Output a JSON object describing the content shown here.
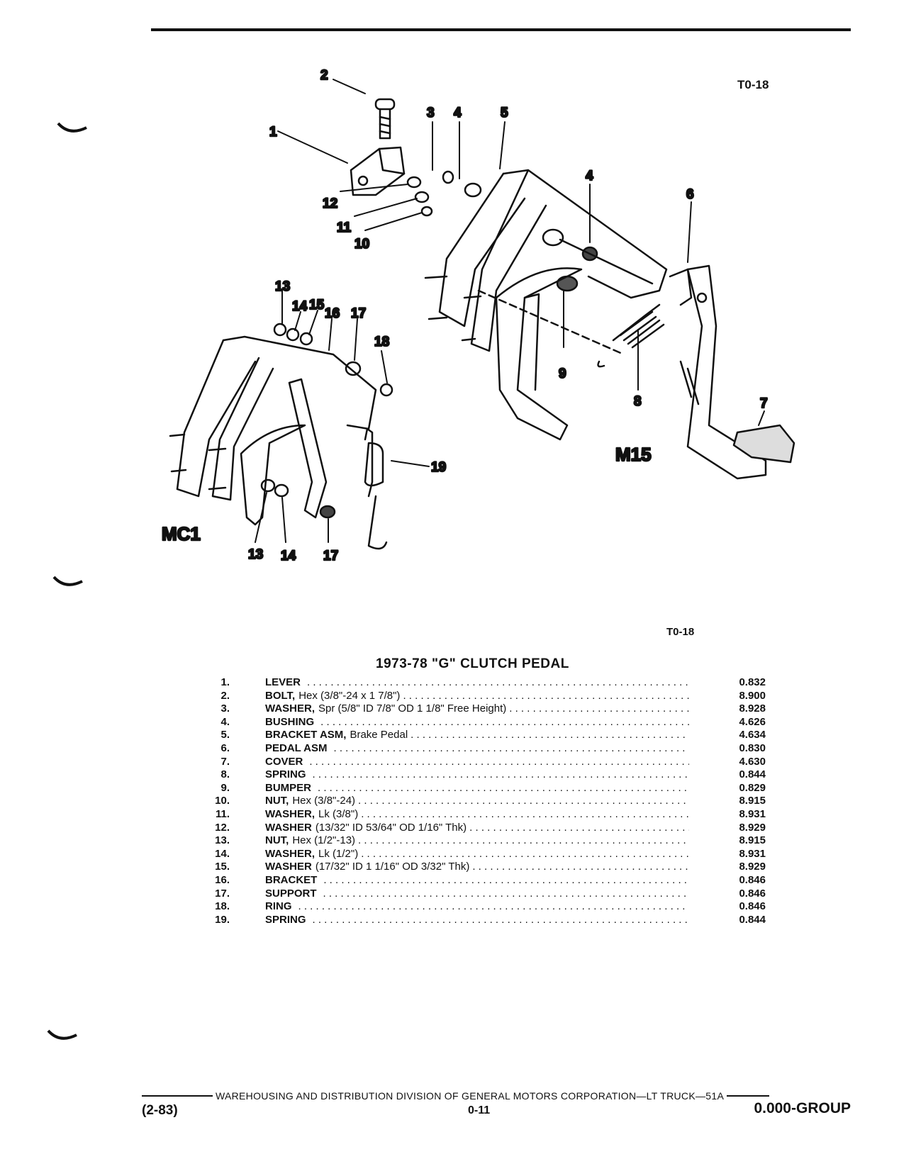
{
  "figure_code_top": "T0-18",
  "figure_code_bottom": "T0-18",
  "diagram": {
    "callouts": [
      "1",
      "2",
      "3",
      "4",
      "5",
      "4",
      "6",
      "7",
      "8",
      "9",
      "10",
      "11",
      "12",
      "13",
      "14",
      "15",
      "16",
      "17",
      "18",
      "19",
      "13",
      "14",
      "17"
    ],
    "model_left": "MC1",
    "model_right": "M15"
  },
  "title": "1973-78 \"G\" CLUTCH PEDAL",
  "parts": [
    {
      "num": "1.",
      "name": "LEVER",
      "spec": "",
      "group": "0.832"
    },
    {
      "num": "2.",
      "name": "BOLT,",
      "spec": "Hex (3/8\"-24 x 1 7/8\")",
      "group": "8.900"
    },
    {
      "num": "3.",
      "name": "WASHER,",
      "spec": "Spr (5/8\" ID 7/8\" OD 1 1/8\" Free Height)",
      "group": "8.928"
    },
    {
      "num": "4.",
      "name": "BUSHING",
      "spec": "",
      "group": "4.626"
    },
    {
      "num": "5.",
      "name": "BRACKET ASM,",
      "spec": "Brake Pedal",
      "group": "4.634"
    },
    {
      "num": "6.",
      "name": "PEDAL ASM",
      "spec": "",
      "group": "0.830"
    },
    {
      "num": "7.",
      "name": "COVER",
      "spec": "",
      "group": "4.630"
    },
    {
      "num": "8.",
      "name": "SPRING",
      "spec": "",
      "group": "0.844"
    },
    {
      "num": "9.",
      "name": "BUMPER",
      "spec": "",
      "group": "0.829"
    },
    {
      "num": "10.",
      "name": "NUT,",
      "spec": "Hex (3/8\"-24)",
      "group": "8.915"
    },
    {
      "num": "11.",
      "name": "WASHER,",
      "spec": "Lk (3/8\")",
      "group": "8.931"
    },
    {
      "num": "12.",
      "name": "WASHER",
      "spec": "(13/32\" ID 53/64\" OD 1/16\" Thk)",
      "group": "8.929"
    },
    {
      "num": "13.",
      "name": "NUT,",
      "spec": "Hex (1/2\"-13)",
      "group": "8.915"
    },
    {
      "num": "14.",
      "name": "WASHER,",
      "spec": "Lk (1/2\")",
      "group": "8.931"
    },
    {
      "num": "15.",
      "name": "WASHER",
      "spec": "(17/32\" ID 1 1/16\" OD 3/32\" Thk)",
      "group": "8.929"
    },
    {
      "num": "16.",
      "name": "BRACKET",
      "spec": "",
      "group": "0.846"
    },
    {
      "num": "17.",
      "name": "SUPPORT",
      "spec": "",
      "group": "0.846"
    },
    {
      "num": "18.",
      "name": "RING",
      "spec": "",
      "group": "0.846"
    },
    {
      "num": "19.",
      "name": "SPRING",
      "spec": "",
      "group": "0.844"
    }
  ],
  "footer": {
    "line": "WAREHOUSING AND DISTRIBUTION  DIVISION OF GENERAL MOTORS CORPORATION—LT TRUCK—51A",
    "date": "(2-83)",
    "page": "0-11",
    "group": "0.000-GROUP"
  }
}
